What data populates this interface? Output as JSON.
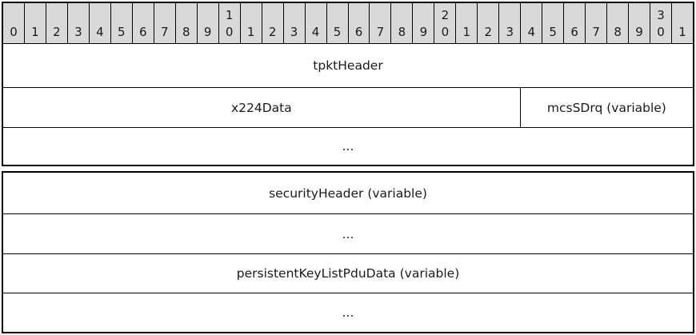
{
  "colors": {
    "ruler_background": "#d9d9d9",
    "cell_background": "#ffffff",
    "border": "#000000",
    "text": "#1a1a1a"
  },
  "packet_diagram": {
    "bit_ruler": [
      "0",
      "1",
      "2",
      "3",
      "4",
      "5",
      "6",
      "7",
      "8",
      "9",
      "1\n0",
      "1",
      "2",
      "3",
      "4",
      "5",
      "6",
      "7",
      "8",
      "9",
      "2\n0",
      "1",
      "2",
      "3",
      "4",
      "5",
      "6",
      "7",
      "8",
      "9",
      "3\n0",
      "1"
    ],
    "tables": [
      {
        "rows": [
          [
            {
              "label": "tpktHeader",
              "bits": 32
            }
          ],
          [
            {
              "label": "x224Data",
              "bits": 24
            },
            {
              "label": "mcsSDrq (variable)",
              "bits": 8
            }
          ],
          [
            {
              "label": "...",
              "bits": 32
            }
          ]
        ]
      },
      {
        "rows": [
          [
            {
              "label": "securityHeader (variable)",
              "bits": 32
            }
          ],
          [
            {
              "label": "...",
              "bits": 32
            }
          ],
          [
            {
              "label": "persistentKeyListPduData (variable)",
              "bits": 32
            }
          ],
          [
            {
              "label": "...",
              "bits": 32
            }
          ]
        ]
      }
    ]
  }
}
